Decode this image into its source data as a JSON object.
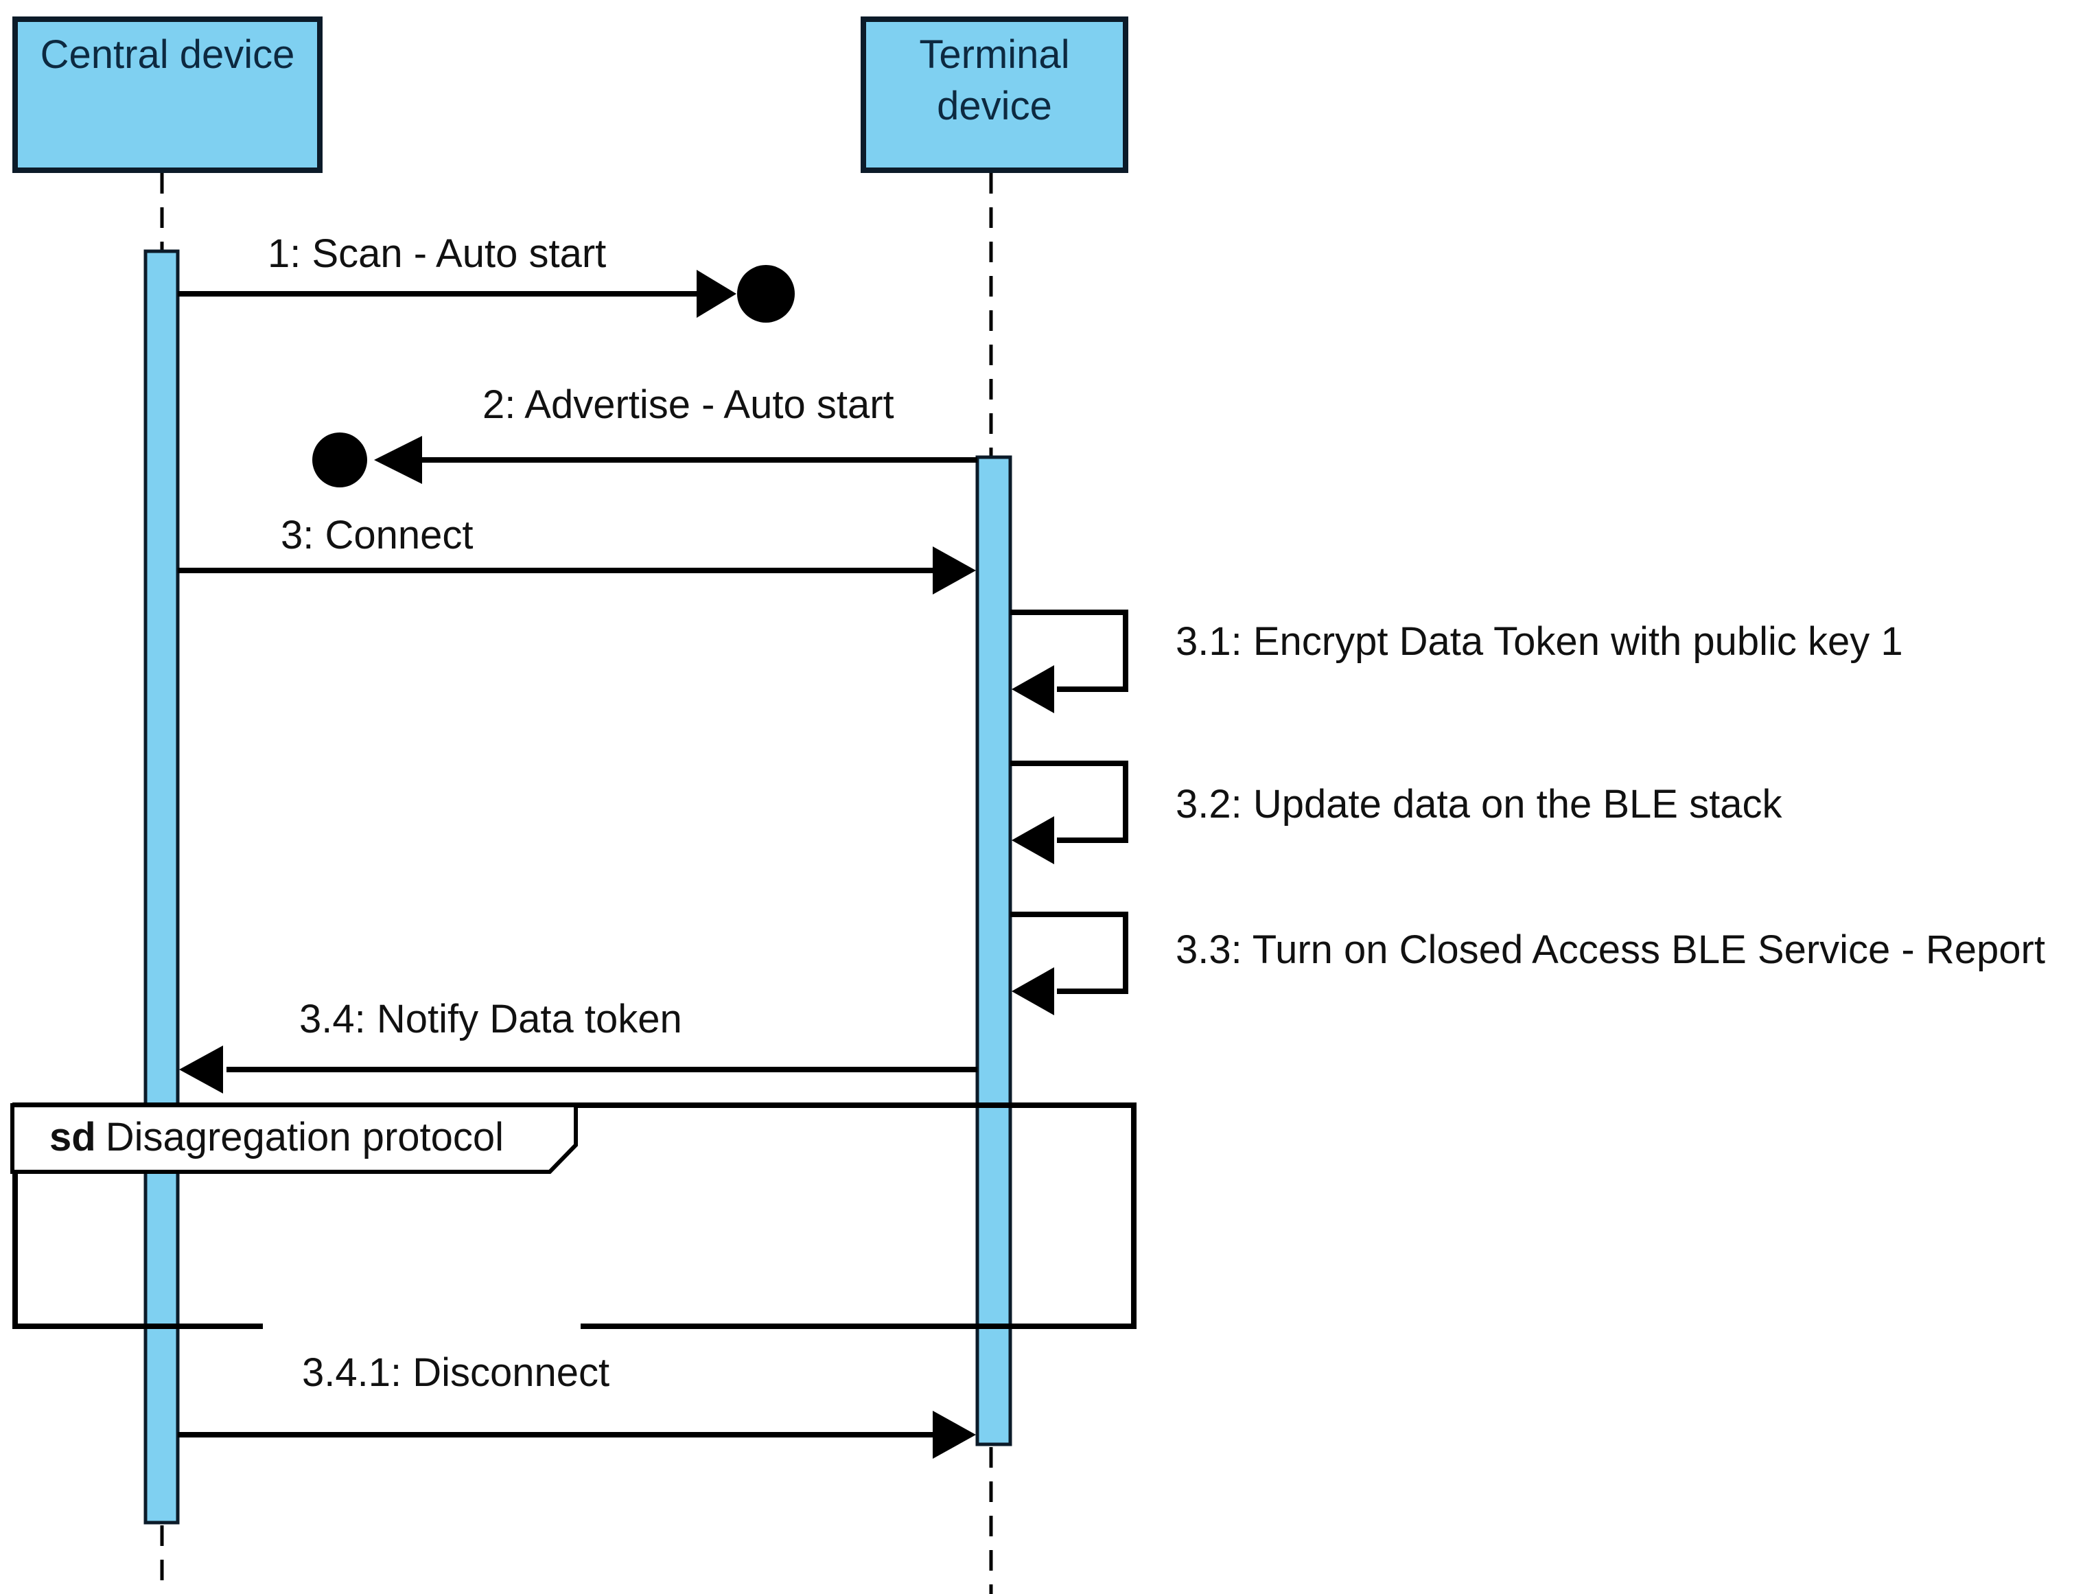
{
  "diagram": {
    "kind": "uml-sequence-diagram",
    "actors": [
      {
        "name": "Central device"
      },
      {
        "name": "Terminal device"
      }
    ],
    "messages": [
      {
        "label": "1: Scan - Auto start",
        "type": "lost",
        "from": "Central device",
        "to": "lost-endpoint"
      },
      {
        "label": "2: Advertise - Auto start",
        "type": "found",
        "from": "Terminal device",
        "to": "found-endpoint"
      },
      {
        "label": "3: Connect",
        "type": "sync",
        "from": "Central device",
        "to": "Terminal device"
      },
      {
        "label": "3.1: Encrypt Data Token with public key 1",
        "type": "self",
        "from": "Terminal device",
        "to": "Terminal device"
      },
      {
        "label": "3.2: Update data on the BLE stack",
        "type": "self",
        "from": "Terminal device",
        "to": "Terminal device"
      },
      {
        "label": "3.3: Turn on Closed Access BLE Service - Report",
        "type": "self",
        "from": "Terminal device",
        "to": "Terminal device"
      },
      {
        "label": "3.4: Notify Data token",
        "type": "async",
        "from": "Terminal device",
        "to": "Central device"
      },
      {
        "label": "3.4.1: Disconnect",
        "type": "sync",
        "from": "Central device",
        "to": "Terminal device"
      }
    ],
    "fragment": {
      "operator": "sd",
      "name": "Disagregation protocol"
    },
    "colors": {
      "background": "#ffffff",
      "lifeline_fill": "#7fd0f1",
      "box_border": "#0c1b29",
      "line": "#000000",
      "actor_text": "#0d2940",
      "label_text": "#111111"
    }
  }
}
